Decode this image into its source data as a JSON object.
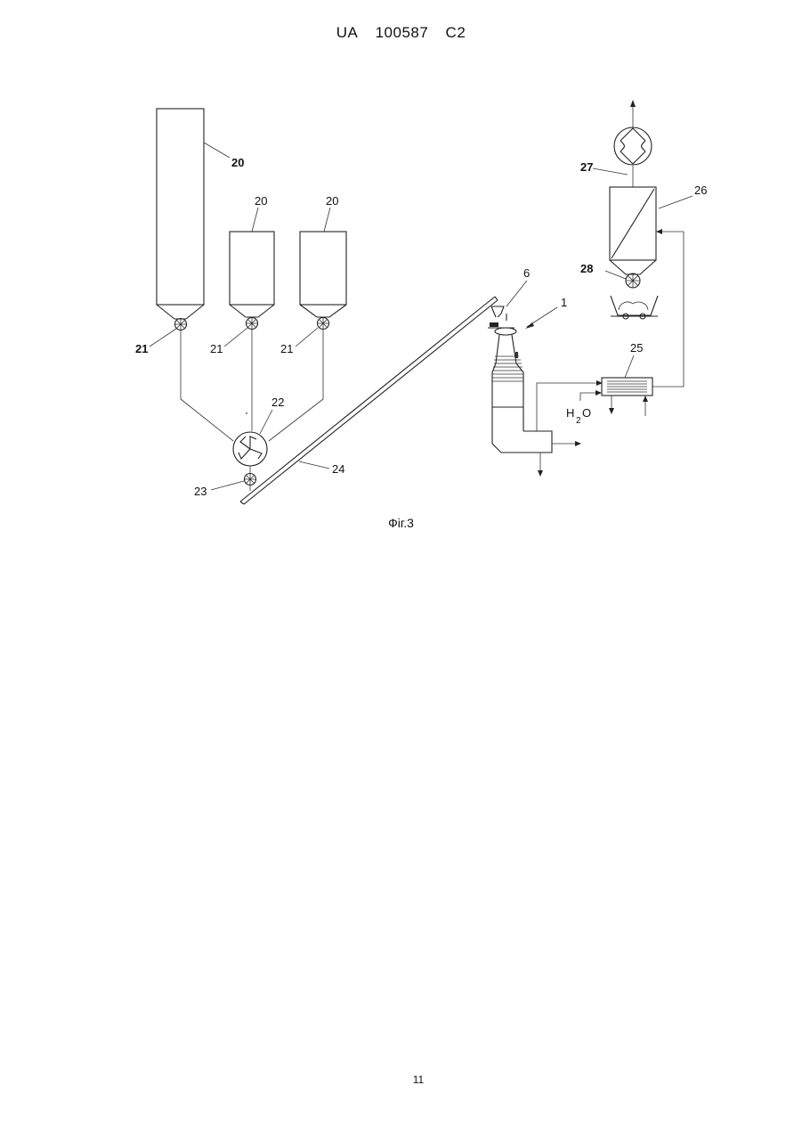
{
  "header": {
    "country_code": "UA",
    "patent_number": "100587",
    "kind_code": "C2"
  },
  "figure": {
    "caption": "Фіг.3",
    "labels": {
      "silo_large": "20",
      "silo_middle": "20",
      "silo_right": "20",
      "feeder_1": "21",
      "feeder_2": "21",
      "feeder_3": "21",
      "mixer": "22",
      "feeder_main": "23",
      "conveyor": "24",
      "cooler": "25",
      "filter": "26",
      "fan": "27",
      "discharge_feeder": "28",
      "hopper": "6",
      "furnace": "1",
      "water_H": "H",
      "water_sub": "2",
      "water_O": "O"
    }
  },
  "footer": {
    "page_number": "11"
  }
}
